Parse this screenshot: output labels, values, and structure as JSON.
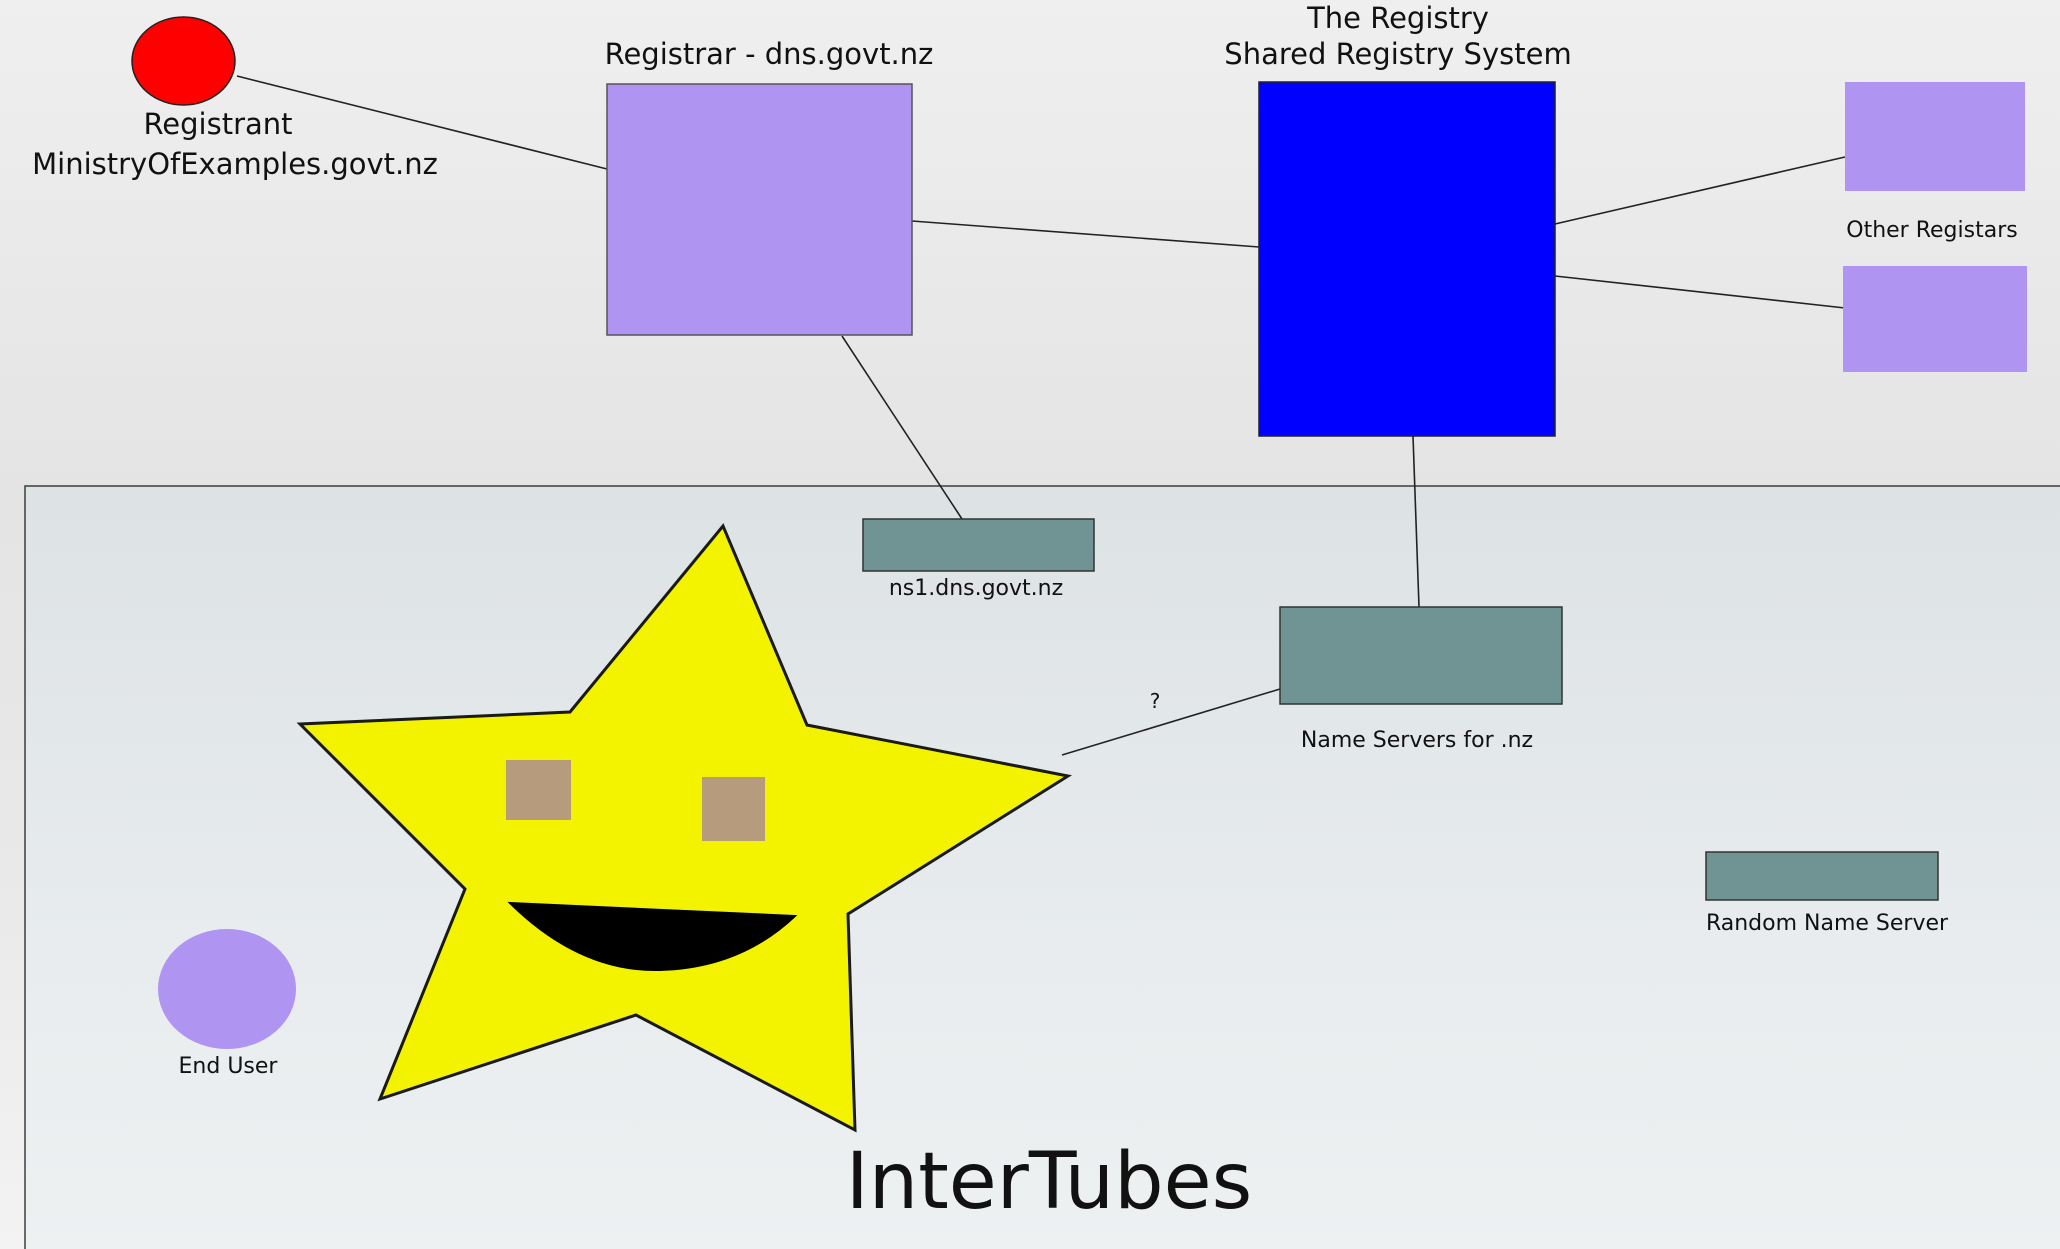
{
  "diagram": {
    "registrant": {
      "label_line1": "Registrant",
      "label_line2": "MinistryOfExamples.govt.nz"
    },
    "registrar": {
      "label": "Registrar - dns.govt.nz"
    },
    "registry": {
      "label_line1": "The Registry",
      "label_line2": "Shared Registry System"
    },
    "other_registrars": {
      "label": "Other Registars"
    },
    "ns1": {
      "label": "ns1.dns.govt.nz"
    },
    "nz_nameservers": {
      "label": "Name Servers for .nz"
    },
    "query_edge": {
      "label": "?"
    },
    "random_nameserver": {
      "label": "Random Name Server"
    },
    "end_user": {
      "label": "End User"
    },
    "internet": {
      "label": "InterTubes"
    }
  },
  "colors": {
    "registrant": "#ff0000",
    "registrar": "#b094f2",
    "registry": "#0000ff",
    "nameserver": "#709393",
    "star": "#f3f300",
    "star_eyes": "#b69b7c",
    "end_user": "#b094f2",
    "internet_zone": "#e3e8ea"
  }
}
